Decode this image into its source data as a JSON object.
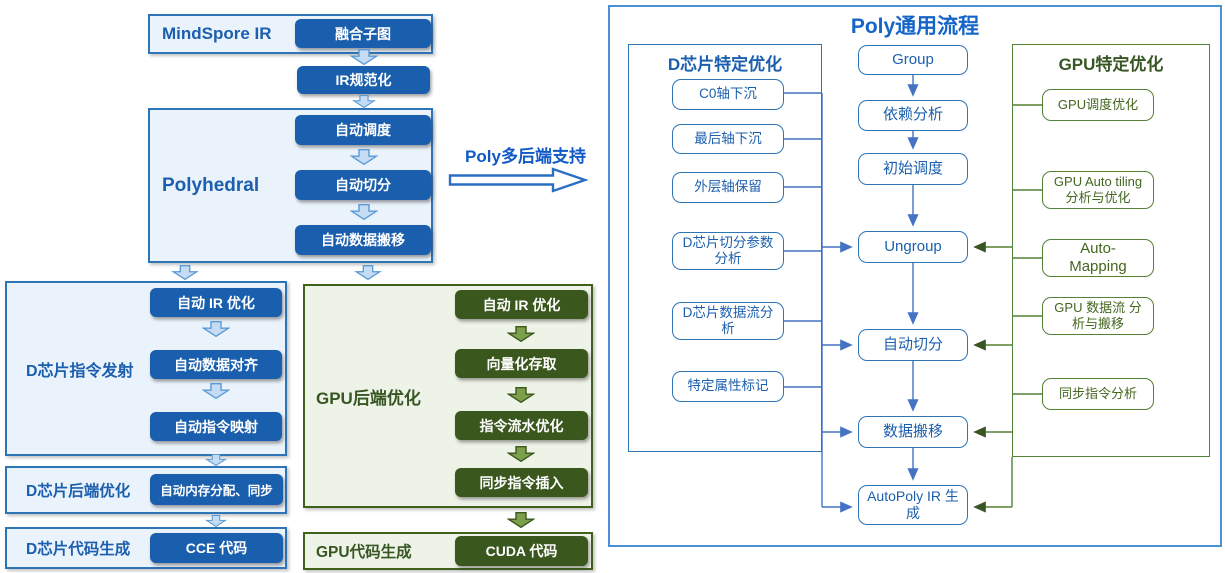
{
  "colors": {
    "blue_dark_chip": "#1a5fae",
    "blue_border": "#2e75b6",
    "blue_text": "#1b5fae",
    "blue_panel_bg": "#eaf2fb",
    "green_dark_chip": "#3a571d",
    "green_border": "#538135",
    "green_text": "#375623",
    "green_panel_bg": "#eef3e7"
  },
  "left_flow": {
    "mindspore_label": "MindSpore IR",
    "fusion_chip": "融合子图",
    "ir_normalize_chip": "IR规范化",
    "polyhedral_label": "Polyhedral",
    "polyhedral_chips": [
      "自动调度",
      "自动切分",
      "自动数据搬移"
    ],
    "backend_support_label": "Poly多后端支持",
    "d_emit_label": "D芯片指令发射",
    "d_emit_chips": [
      "自动 IR 优化",
      "自动数据对齐",
      "自动指令映射"
    ],
    "d_backend_label": "D芯片后端优化",
    "d_backend_chip": "自动内存分配、同步",
    "d_codegen_label": "D芯片代码生成",
    "d_codegen_chip": "CCE 代码",
    "gpu_backend_label": "GPU后端优化",
    "gpu_backend_chips": [
      "自动 IR 优化",
      "向量化存取",
      "指令流水优化",
      "同步指令插入"
    ],
    "gpu_codegen_label": "GPU代码生成",
    "gpu_codegen_chip": "CUDA 代码"
  },
  "poly_panel": {
    "title": "Poly通用流程",
    "d_column": {
      "header": "D芯片特定优化",
      "items": [
        "C0轴下沉",
        "最后轴下沉",
        "外层轴保留",
        "D芯片切分参数分析",
        "D芯片数据流分析",
        "特定属性标记"
      ]
    },
    "pipeline": [
      "Group",
      "依赖分析",
      "初始调度",
      "Ungroup",
      "自动切分",
      "数据搬移",
      "AutoPoly IR 生成"
    ],
    "gpu_column": {
      "header": "GPU特定优化",
      "items": [
        "GPU调度优化",
        "GPU Auto tiling 分析与优化",
        "Auto-Mapping",
        "GPU 数据流 分析与搬移",
        "同步指令分析"
      ]
    }
  }
}
